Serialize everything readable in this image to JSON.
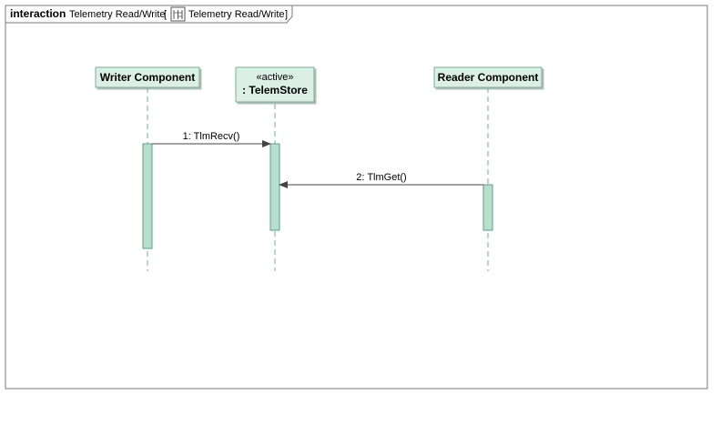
{
  "frame": {
    "keyword": "interaction",
    "name": "Telemetry Read/Write",
    "bracket_open": "[",
    "diagram_ref": "Telemetry Read/Write",
    "bracket_close": "]",
    "ref_icon": "sequence-diagram-icon"
  },
  "lifelines": [
    {
      "name": "Writer Component",
      "stereotype": ""
    },
    {
      "name": ": TelemStore",
      "stereotype": "«active»"
    },
    {
      "name": "Reader Component",
      "stereotype": ""
    }
  ],
  "messages": [
    {
      "label": "1: TlmRecv()",
      "from": "Writer Component",
      "to": ": TelemStore"
    },
    {
      "label": "2: TlmGet()",
      "from": "Reader Component",
      "to": ": TelemStore"
    }
  ],
  "colors": {
    "lifeline_fill": "#dbefe6",
    "lifeline_border": "#6fb09a",
    "activation_fill": "#b6e0cd",
    "activation_border": "#5e9e86",
    "dash": "#6fb09a",
    "frame": "#7a7a7a",
    "message": "#444444"
  }
}
